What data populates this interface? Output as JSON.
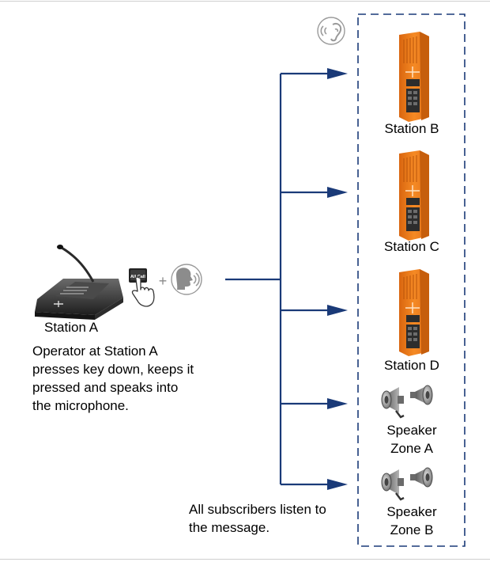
{
  "source": {
    "station_label": "Station A",
    "key_label": "All Call",
    "plus_symbol": "+",
    "description": [
      "Operator at Station A",
      "presses key down, keeps it",
      "pressed and speaks into",
      "the microphone."
    ]
  },
  "targets": {
    "station_b": "Station B",
    "station_c": "Station C",
    "station_d": "Station D",
    "zone_a": [
      "Speaker",
      "Zone A"
    ],
    "zone_b": [
      "Speaker",
      "Zone B"
    ]
  },
  "footer_text": [
    "All subscribers listen to",
    "the message."
  ],
  "colors": {
    "arrow": "#1a3a78",
    "station": "#f07d1a",
    "station_dark": "#c65e0c",
    "speaker": "#8a8a8a",
    "group_border": "#1a3a78"
  }
}
